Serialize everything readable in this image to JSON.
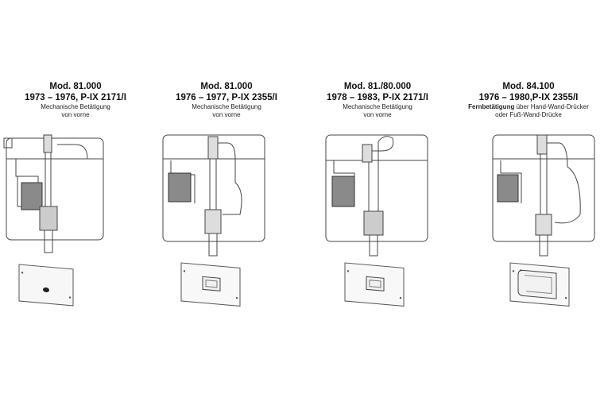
{
  "models": [
    {
      "title": "Mod. 81.000",
      "years_code": "1973 – 1976, P-IX 2171/I",
      "description_bold": "",
      "description": "Mechanische Betätigung",
      "description2": "von vorne",
      "plate_button": "round-dot-icon"
    },
    {
      "title": "Mod. 81.000",
      "years_code": "1976 – 1977, P-IX 2355/I",
      "description_bold": "",
      "description": "Mechanische Betätigung",
      "description2": "von vorne",
      "plate_button": "square-button-icon"
    },
    {
      "title": "Mod. 81./80.000",
      "years_code": "1978 – 1983, P-IX 2171/I",
      "description_bold": "",
      "description": "Mechanische Betätigung",
      "description2": "von vorne",
      "plate_button": "square-button-icon"
    },
    {
      "title": "Mod. 84.100",
      "years_code": "1976 – 1980,P-IX 2355/I",
      "description_bold": "Fernbetätigung",
      "description": " über Hand-Wand-Drücker",
      "description2": "oder Fuß-Wand-Drücke",
      "plate_button": "large-push-panel-icon"
    }
  ]
}
